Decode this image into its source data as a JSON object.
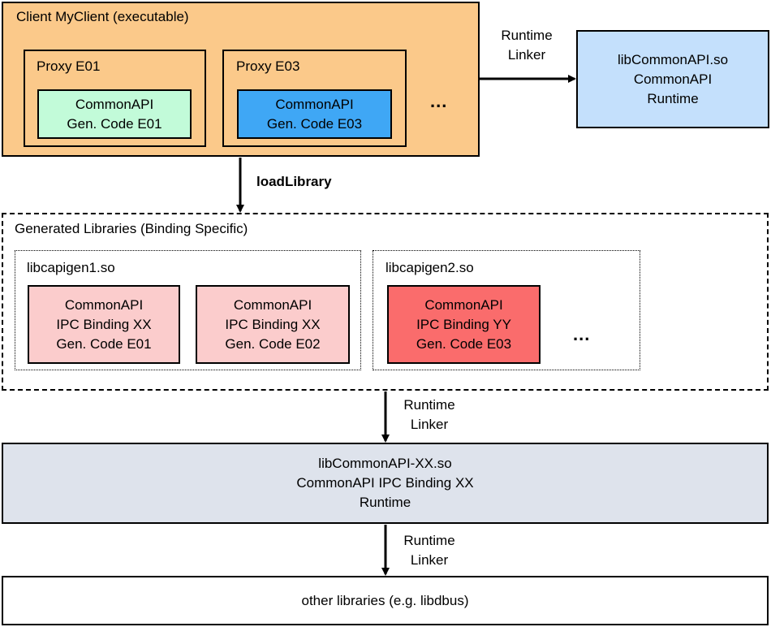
{
  "client": {
    "title": "Client MyClient (executable)",
    "proxy1": {
      "title": "Proxy E01",
      "inner": [
        "CommonAPI",
        "Gen. Code E01"
      ]
    },
    "proxy2": {
      "title": "Proxy E03",
      "inner": [
        "CommonAPI",
        "Gen. Code E03"
      ]
    },
    "ellipsis": "..."
  },
  "runtime_lib": {
    "lines": [
      "libCommonAPI.so",
      "CommonAPI",
      "Runtime"
    ]
  },
  "arrow_runtime_linker_top": [
    "Runtime",
    "Linker"
  ],
  "arrow_load_library": "loadLibrary",
  "generated": {
    "title": "Generated Libraries (Binding Specific)",
    "lib1": {
      "title": "libcapigen1.so",
      "box1": [
        "CommonAPI",
        "IPC Binding XX",
        "Gen. Code E01"
      ],
      "box2": [
        "CommonAPI",
        "IPC Binding XX",
        "Gen. Code E02"
      ]
    },
    "lib2": {
      "title": "libcapigen2.so",
      "box1": [
        "CommonAPI",
        "IPC Binding YY",
        "Gen. Code E03"
      ],
      "ellipsis": "..."
    }
  },
  "arrow_runtime_linker_mid": [
    "Runtime",
    "Linker"
  ],
  "binding_runtime": {
    "lines": [
      "libCommonAPI-XX.so",
      "CommonAPI IPC Binding XX",
      "Runtime"
    ]
  },
  "arrow_runtime_linker_bottom": [
    "Runtime",
    "Linker"
  ],
  "other_libraries": "other libraries (e.g. libdbus)",
  "colors": {
    "client_bg": "#fbc98a",
    "proxy_bg": "#fbc98a",
    "gen_e01_bg": "#c2fbd9",
    "gen_e03_bg": "#3fa7f5",
    "runtime_lib_bg": "#c4e0fc",
    "binding_xx_bg": "#fbcccc",
    "binding_yy_bg": "#fa6c6c",
    "binding_runtime_bg": "#dee3ec",
    "other_bg": "#ffffff"
  }
}
